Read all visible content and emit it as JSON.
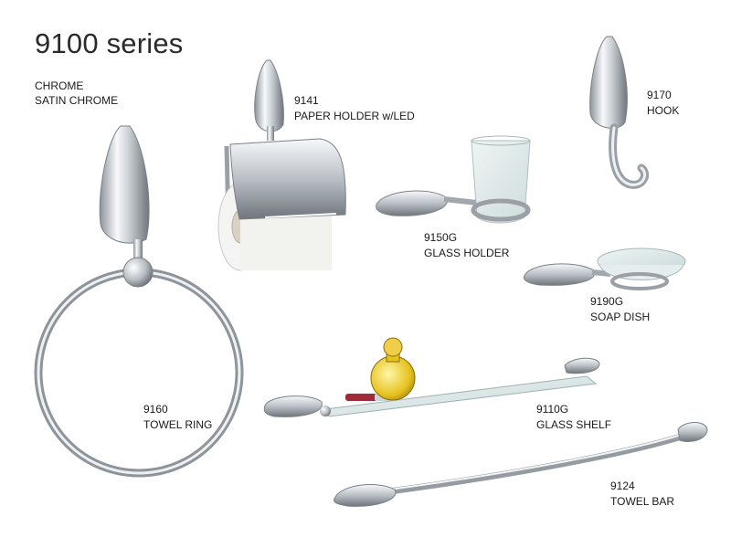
{
  "header": {
    "title": "9100 series"
  },
  "finishes": [
    "CHROME",
    "SATIN CHROME"
  ],
  "products": [
    {
      "id": "paper-holder",
      "code": "9141",
      "name": "PAPER HOLDER w/LED"
    },
    {
      "id": "hook",
      "code": "9170",
      "name": "HOOK"
    },
    {
      "id": "glass-holder",
      "code": "9150G",
      "name": "GLASS HOLDER"
    },
    {
      "id": "soap-dish",
      "code": "9190G",
      "name": "SOAP DISH"
    },
    {
      "id": "towel-ring",
      "code": "9160",
      "name": "TOWEL RING"
    },
    {
      "id": "glass-shelf",
      "code": "9110G",
      "name": "GLASS SHELF"
    },
    {
      "id": "towel-bar",
      "code": "9124",
      "name": "TOWEL BAR"
    }
  ],
  "colors": {
    "chrome_dark": "#8a8f96",
    "chrome_light": "#f4f6f8",
    "glass": "#dfeaea"
  }
}
